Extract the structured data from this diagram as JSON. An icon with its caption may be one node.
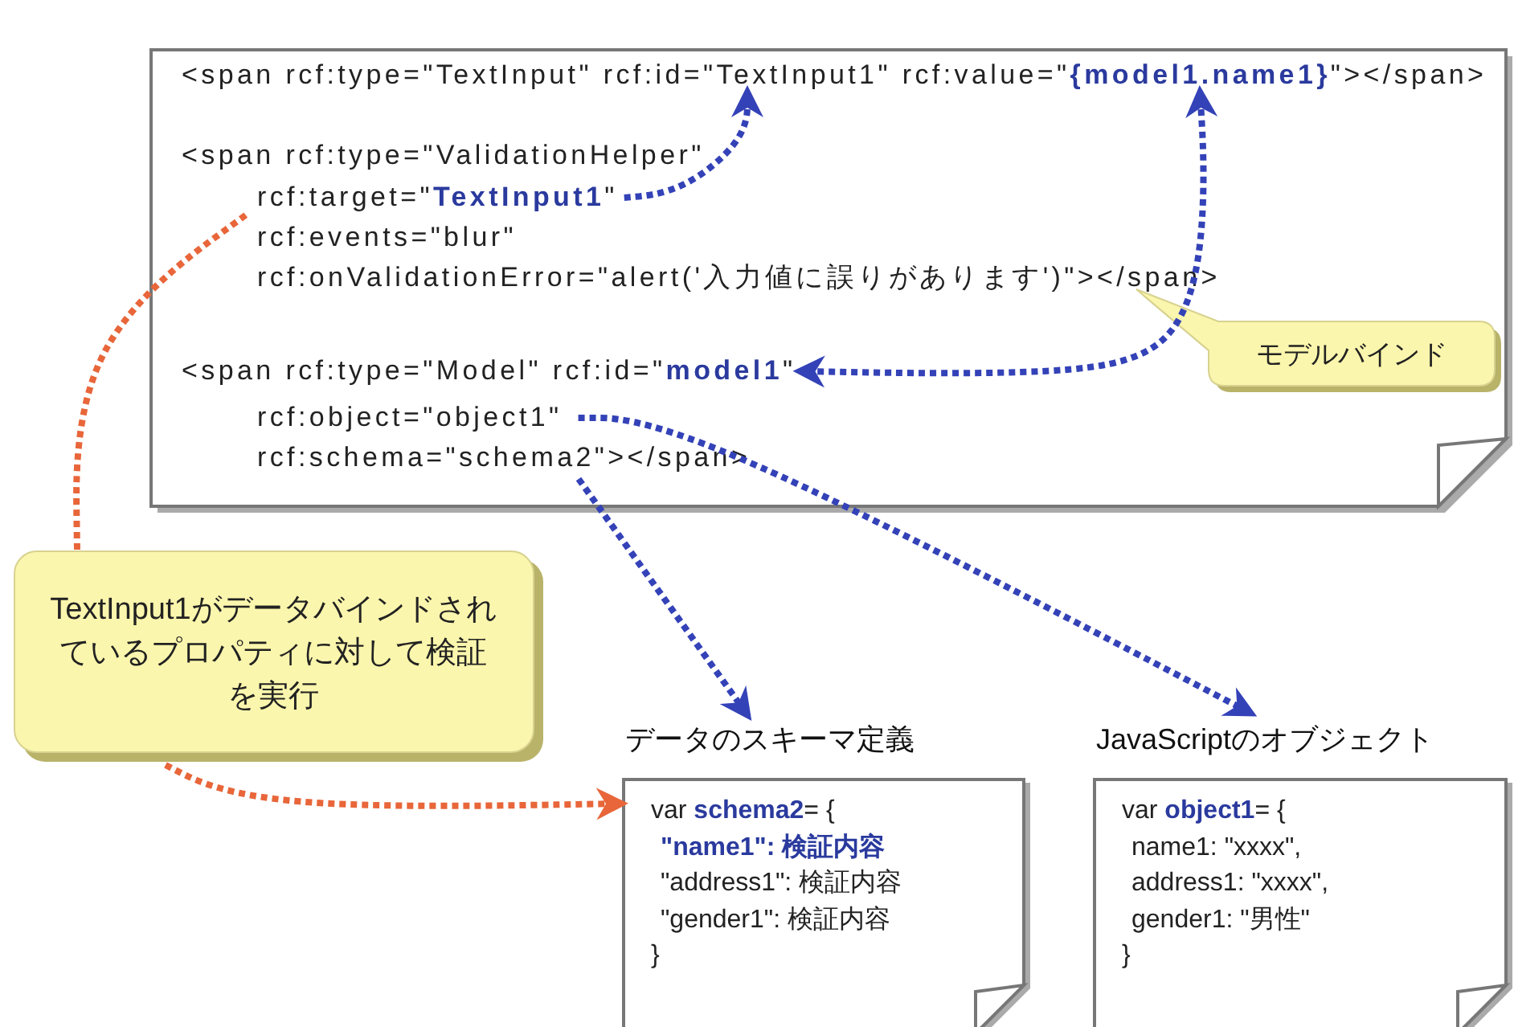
{
  "diagram": {
    "nodes": [
      {
        "text": [],
        "shape": "box"
      },
      {
        "text": [
          "<span rcf:type=\"TextInput\" rcf:id=\"TextInput1\" rcf:value=\"**{model1.name1}**\"></span>"
        ],
        "in": 0
      },
      {
        "text": [
          "<span rcf:type=\"ValidationHelper\""
        ],
        "in": 0
      },
      {
        "text": [
          "rcf:target=\"**TextInput1**\""
        ],
        "in": 0
      },
      {
        "text": [
          "rcf:events=\"blur\""
        ],
        "in": 0
      },
      {
        "text": [
          "rcf:onValidationError=\"alert('入力値に誤りがあります')\"></span>"
        ],
        "in": 0
      },
      {
        "text": [
          "<span rcf:type=\"Model\" rcf:id=\"**model1**\""
        ],
        "in": 0
      },
      {
        "text": [
          "rcf:object=\"object1\""
        ],
        "in": 0
      },
      {
        "text": [
          "rcf:schema=\"schema2\"></span>"
        ],
        "in": 0
      },
      {
        "text": [
          "モデルバインド"
        ],
        "in": 0
      },
      {
        "text": [
          "TextInput1がデータバインドされているプロパティに対して検証を実行"
        ]
      },
      {
        "text": [
          "データのスキーマ定義",
          "var **schema2**= {",
          "**\"name1\": 検証内容**",
          "\"address1\": 検証内容",
          "\"gender1\": 検証内容",
          "}"
        ]
      },
      {
        "text": [
          "JavaScriptのオブジェクト",
          "var **object1**= {",
          "name1: \"xxxx\",",
          "address1: \"xxxx\",",
          "gender1: \"男性\"",
          "}"
        ]
      }
    ],
    "edges": [
      {
        "from": 3,
        "to": 1,
        "arrow": "to",
        "style": "dashed"
      },
      {
        "from": 1,
        "to": 6,
        "arrow": "both",
        "style": "dashed"
      },
      {
        "from": 7,
        "to": 12,
        "arrow": "to",
        "style": "dashed"
      },
      {
        "from": 8,
        "to": 11,
        "arrow": "to",
        "style": "dashed"
      },
      {
        "from": 10,
        "to": 3,
        "arrow": "none",
        "style": "dashed",
        "color": "#e8663a"
      },
      {
        "from": 10,
        "to": 11,
        "arrow": "to",
        "style": "dashed",
        "color": "#e8663a"
      }
    ]
  }
}
